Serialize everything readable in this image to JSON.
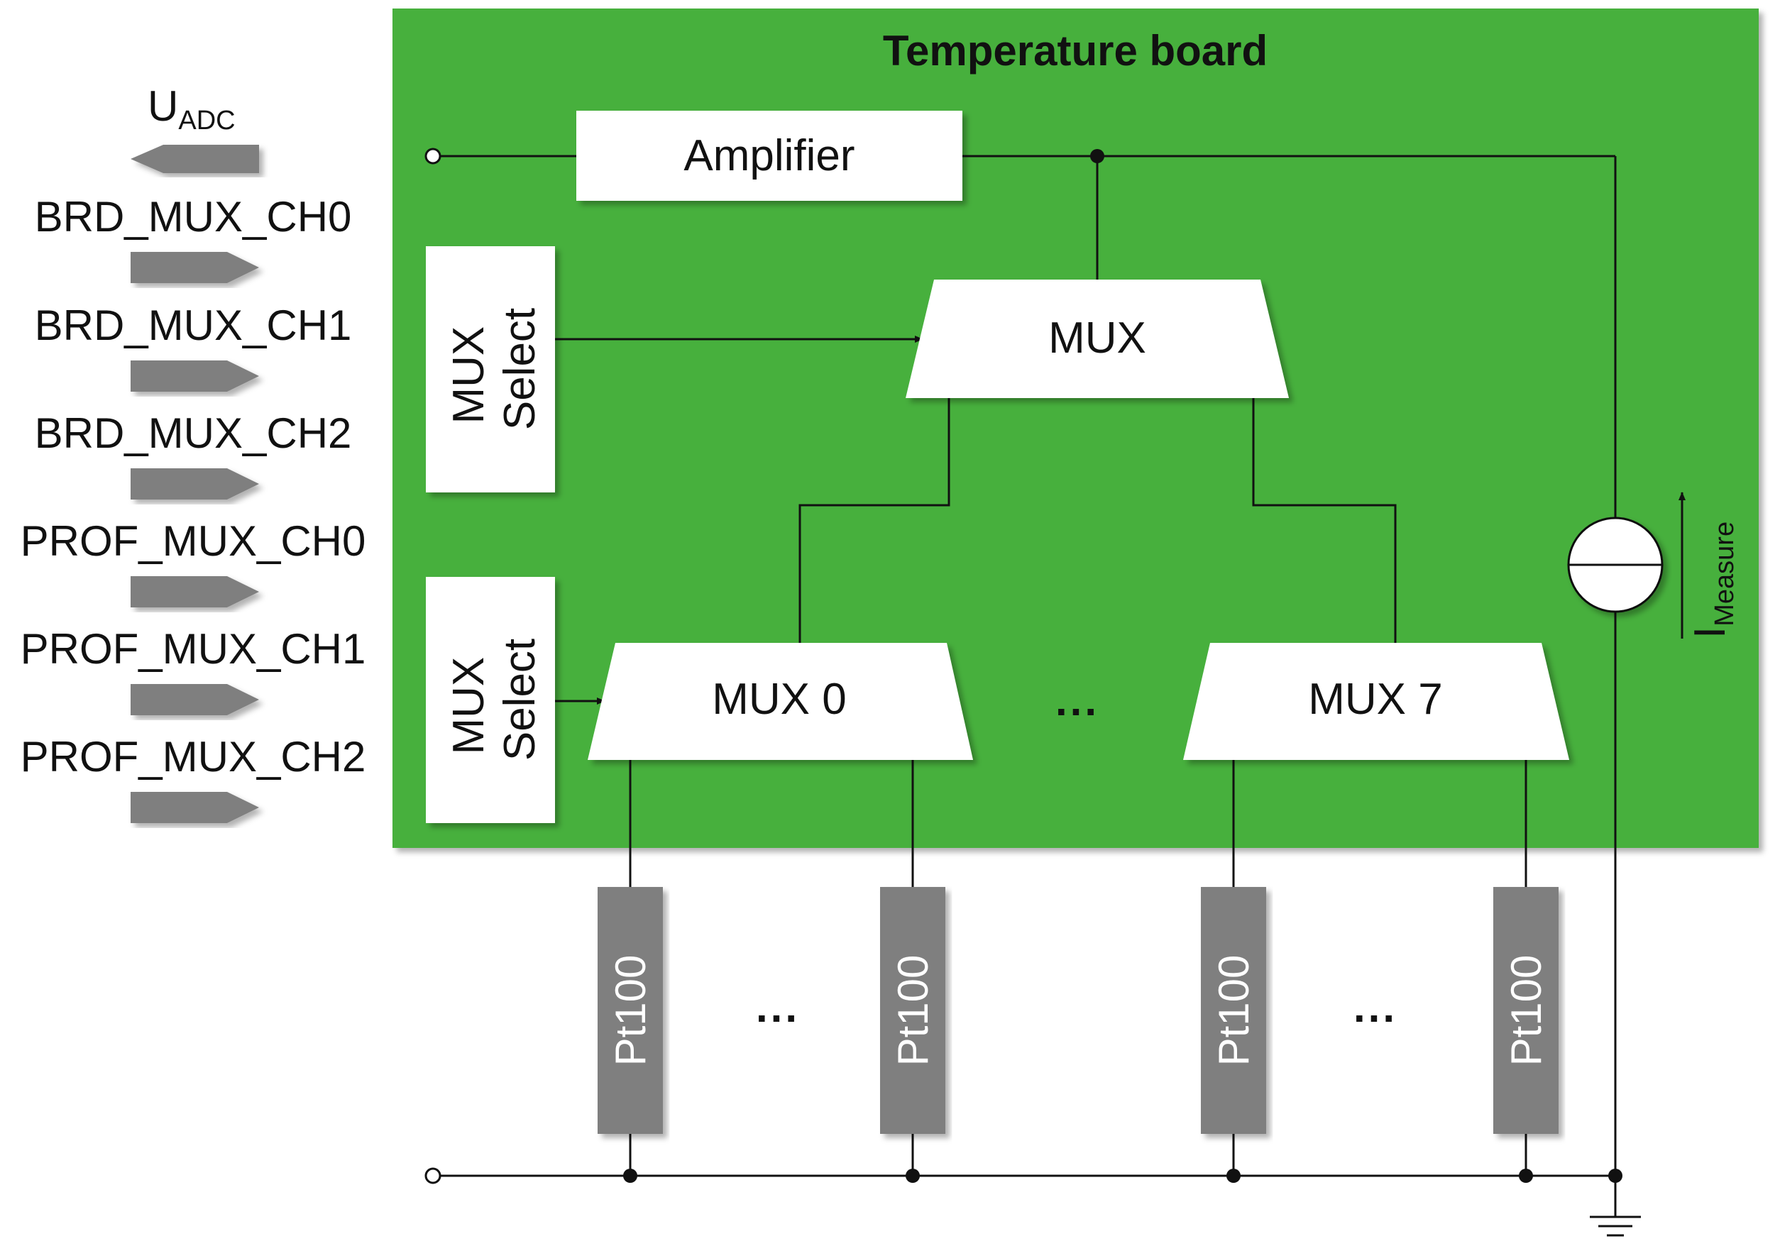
{
  "board": {
    "title": "Temperature board",
    "color": "#46b03d"
  },
  "signals": {
    "uadc": {
      "main": "U",
      "sub": "ADC"
    },
    "inputs": [
      "BRD_MUX_CH0",
      "BRD_MUX_CH1",
      "BRD_MUX_CH2",
      "PROF_MUX_CH0",
      "PROF_MUX_CH1",
      "PROF_MUX_CH2"
    ],
    "arrow_color": "#7f7f7f"
  },
  "blocks": {
    "amplifier": "Amplifier",
    "mux_top": "MUX",
    "mux_select_1": {
      "line1": "MUX",
      "line2": "Select"
    },
    "mux_select_2": {
      "line1": "MUX",
      "line2": "Select"
    },
    "mux_0": "MUX 0",
    "mux_7": "MUX 7",
    "ellipsis": "..."
  },
  "sensors": {
    "label": "Pt100",
    "items": [
      "Pt100",
      "Pt100",
      "Pt100",
      "Pt100"
    ],
    "color": "#7f7f7f",
    "ellipsis": "..."
  },
  "current": {
    "main": "I",
    "sub": "Measure"
  }
}
